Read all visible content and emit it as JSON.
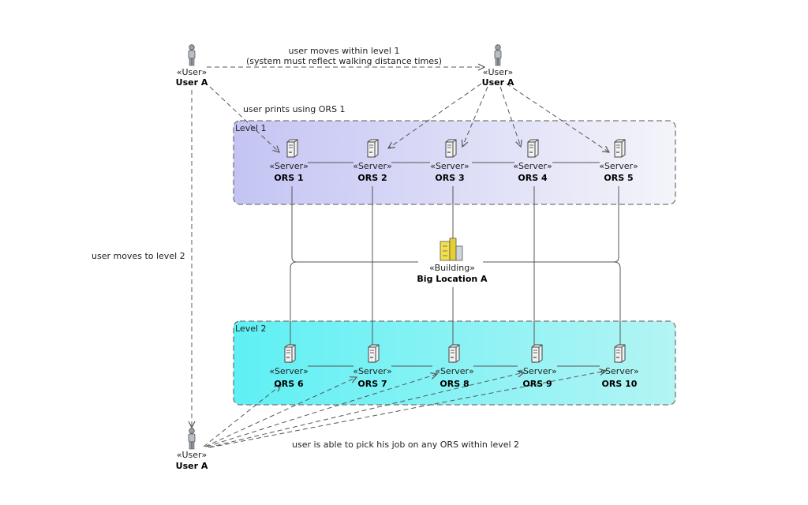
{
  "users": {
    "top_left": {
      "stereotype": "«User»",
      "name": "User A"
    },
    "top_right": {
      "stereotype": "«User»",
      "name": "User A"
    },
    "bottom_left": {
      "stereotype": "«User»",
      "name": "User A"
    }
  },
  "levels": {
    "level1": {
      "label": "Level 1"
    },
    "level2": {
      "label": "Level 2"
    }
  },
  "servers": {
    "s1": {
      "stereotype": "«Server»",
      "name": "ORS 1"
    },
    "s2": {
      "stereotype": "«Server»",
      "name": "ORS 2"
    },
    "s3": {
      "stereotype": "«Server»",
      "name": "ORS 3"
    },
    "s4": {
      "stereotype": "«Server»",
      "name": "ORS 4"
    },
    "s5": {
      "stereotype": "«Server»",
      "name": "ORS 5"
    },
    "s6": {
      "stereotype": "«Server»",
      "name": "ORS 6"
    },
    "s7": {
      "stereotype": "«Server»",
      "name": "ORS 7"
    },
    "s8": {
      "stereotype": "«Server»",
      "name": "ORS 8"
    },
    "s9": {
      "stereotype": "«Server»",
      "name": "ORS 9"
    },
    "s10": {
      "stereotype": "«Server»",
      "name": "ORS 10"
    }
  },
  "building": {
    "stereotype": "«Building»",
    "name": "Big Location A"
  },
  "notes": {
    "moves_within_line1": "user moves within level 1",
    "moves_within_line2": "(system must reflect walking distance times)",
    "prints_ors1": "user prints using ORS 1",
    "moves_to_level2": "user moves to level 2",
    "pick_job": "user is able to pick his job on any ORS within level 2"
  },
  "colors": {
    "level1_left": "#c4c4f4",
    "level1_right": "#f4f4fa",
    "level2_left": "#5ef0f4",
    "level2_right": "#b4f4f4",
    "building": "#f2df4a"
  }
}
